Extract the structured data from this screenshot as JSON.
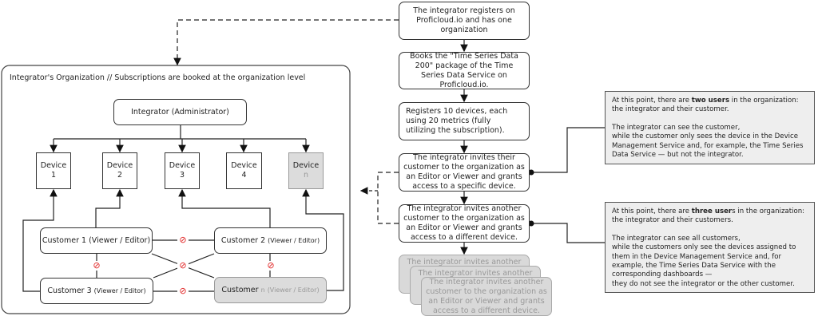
{
  "org": {
    "title": "Integrator's Organization // Subscriptions are booked at the organization level",
    "integrator": "Integrator (Administrator)",
    "devices": [
      {
        "label": "Device",
        "num": "1"
      },
      {
        "label": "Device",
        "num": "2"
      },
      {
        "label": "Device",
        "num": "3"
      },
      {
        "label": "Device",
        "num": "4"
      },
      {
        "label": "Device",
        "num": "n"
      }
    ],
    "customers": [
      {
        "name": "Customer 1",
        "role": "(Viewer / Editor)"
      },
      {
        "name": "Customer 2",
        "role": "(Viewer / Editor)"
      },
      {
        "name": "Customer 3",
        "role": "(Viewer / Editor)"
      },
      {
        "name": "Customer",
        "num": "n",
        "role": "(Viewer / Editor)"
      }
    ],
    "hidden_icon": "eye-slash-icon",
    "hidden_color": "#e02020"
  },
  "flow": [
    "The integrator registers on Proficloud.io and has one organization",
    "Books the \"Time Series Data 200\" package of the Time Series Data Service on Proficloud.io.",
    "Registers 10 devices, each using 20 metrics (fully utilizing the subscription).",
    "The integrator invites their customer to the organization as an Editor or Viewer and grants access to a specific device.",
    "The integrator invites another customer to the organization as an Editor or Viewer and grants access to a different device."
  ],
  "ghosts": [
    "The integrator invites another",
    "The integrator invites another",
    "The integrator invites another customer to the organization as an Editor or Viewer and grants access to a different device."
  ],
  "notes": [
    {
      "pre": "At this point, there are ",
      "bold": "two users",
      "post": " in the organization:",
      "l2": "the integrator and their customer.",
      "l3": "The integrator can see the customer,",
      "l4": "while the customer only sees the device in the Device Management Service and, for example, the Time Series Data Service — but not the integrator."
    },
    {
      "pre": "At this point, there are ",
      "bold": "three user",
      "post": "s in the organization:",
      "l2": "the integrator and their customers.",
      "l3": "The integrator can see all customers,",
      "l4": "while the customers only see the devices assigned to them in the Device Management Service and, for example, the Time Series Data Service with the corresponding dashboards —",
      "l5": "they do not see the integrator or the other customer."
    }
  ]
}
